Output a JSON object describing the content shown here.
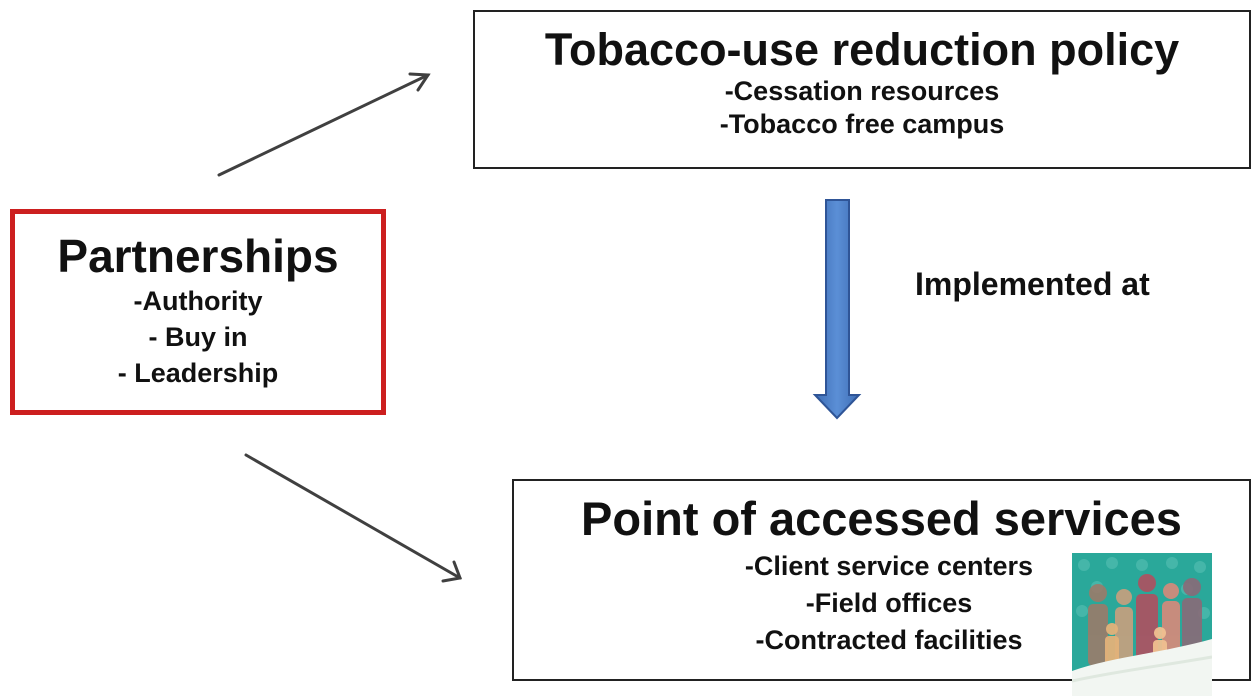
{
  "partnerships": {
    "title": "Partnerships",
    "items": [
      "-Authority",
      "- Buy in",
      "- Leadership"
    ],
    "border_color": "#cc1f1f"
  },
  "policy": {
    "title": "Tobacco-use reduction policy",
    "items": [
      "-Cessation resources",
      "-Tobacco free campus"
    ]
  },
  "services": {
    "title": "Point of accessed services",
    "items": [
      "-Client service centers",
      "-Field offices",
      "-Contracted facilities"
    ]
  },
  "connector_label": "Implemented at",
  "colors": {
    "connector_arrow": "#4a7cc7",
    "plain_arrow": "#404040"
  },
  "icons": {
    "people_picture": "people-group-icon"
  }
}
